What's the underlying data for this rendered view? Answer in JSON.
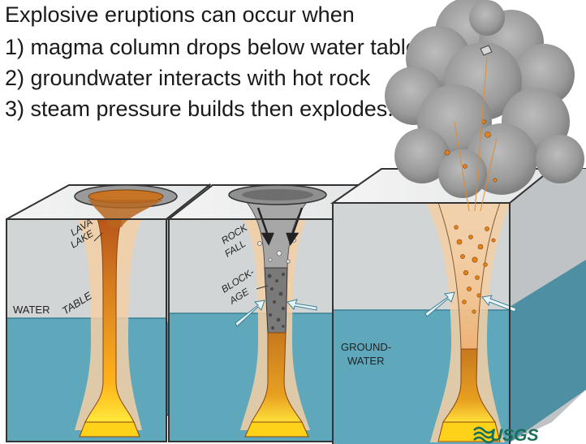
{
  "heading": "Explosive eruptions can occur when",
  "steps": [
    "1) magma column drops below water table",
    "2) groundwater interacts with hot rock",
    "3) steam pressure builds then explodes."
  ],
  "labels": {
    "lava": "LAVA",
    "lake": "LAKE",
    "rock": "ROCK",
    "fall": "FALL",
    "block": "BLOCK-",
    "age": "AGE",
    "water": "WATER",
    "table": "TABLE",
    "ground": "GROUND-",
    "groundwater_line2": "WATER"
  },
  "logo_text": "USGS",
  "colors": {
    "water": "#5fa8bc",
    "rock_face": "#cfd2d3",
    "magma": "#d8861f",
    "magma_hot": "#ffd21a",
    "ash": "#8e8e8e",
    "halo": "#f5c79a"
  }
}
